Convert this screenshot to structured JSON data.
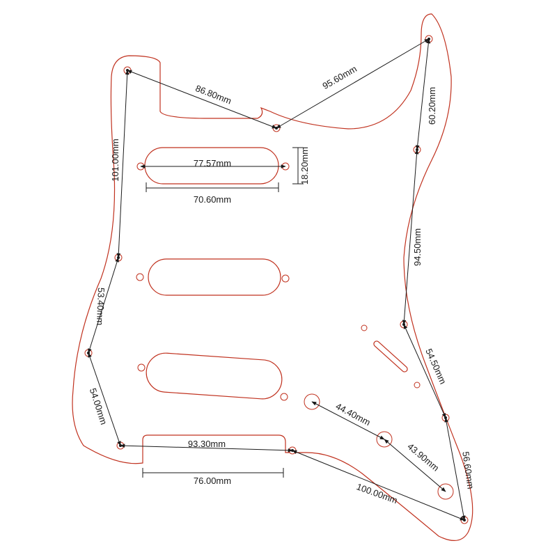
{
  "colors": {
    "outline": "#c0311e",
    "dimension": "#1a1a1a",
    "background": "#ffffff"
  },
  "dimensions": {
    "top_left_to_notch": "86.80mm",
    "notch_to_horn": "95.60mm",
    "horn_to_right_upper": "60.20mm",
    "left_vertical": "101.00mm",
    "pickup_hole_spacing": "77.57mm",
    "pickup_height": "18.20mm",
    "pickup_length": "70.60mm",
    "right_vertical": "94.50mm",
    "left_lower_diag": "53.40mm",
    "right_lower_diag": "54.50mm",
    "left_bottom_diag": "54.00mm",
    "control_spacing_1": "44.40mm",
    "control_spacing_2": "43.90mm",
    "right_bottom_vertical": "56.60mm",
    "bottom_edge": "93.30mm",
    "bottom_cutout": "76.00mm",
    "bottom_diag": "100.00mm"
  }
}
